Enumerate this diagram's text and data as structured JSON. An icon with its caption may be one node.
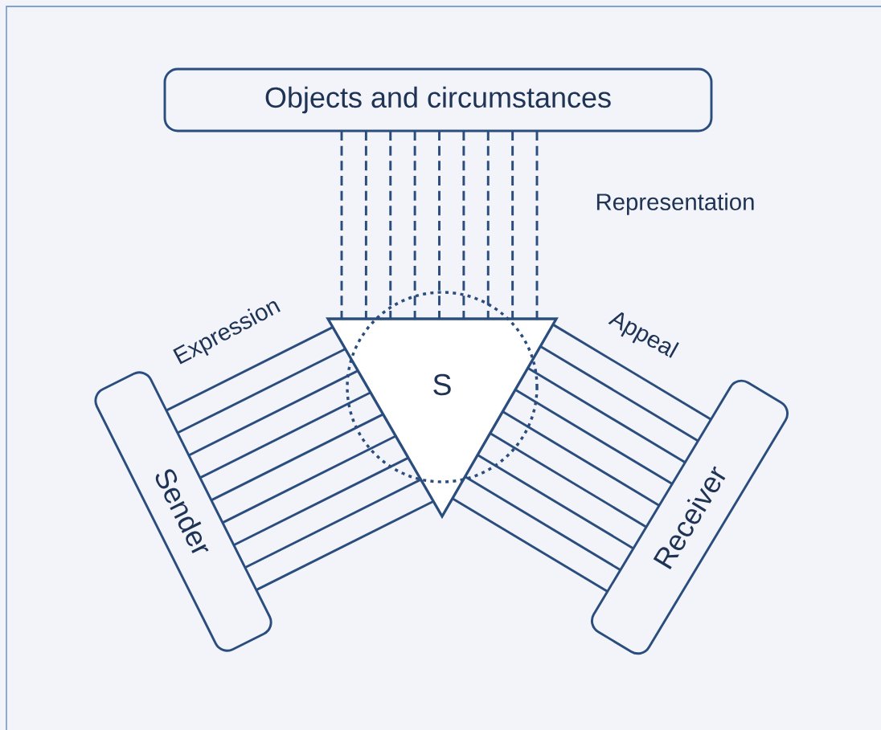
{
  "diagram": {
    "nodes": [
      {
        "text": [
          "Objects and circumstances"
        ]
      },
      {
        "text": [
          "S"
        ]
      },
      {
        "text": [
          "Sender"
        ]
      },
      {
        "text": [
          "Receiver"
        ]
      }
    ],
    "edges": [
      {
        "from": 0,
        "to": 1,
        "arrow": "none",
        "style": "dashed"
      },
      {
        "from": 0,
        "to": 1,
        "arrow": "none",
        "style": "dashed"
      },
      {
        "from": 0,
        "to": 1,
        "arrow": "none",
        "style": "dashed"
      },
      {
        "from": 0,
        "to": 1,
        "arrow": "none",
        "style": "dashed"
      },
      {
        "from": 0,
        "to": 1,
        "arrow": "none",
        "style": "dashed"
      },
      {
        "from": 0,
        "to": 1,
        "arrow": "none",
        "style": "dashed"
      },
      {
        "from": 0,
        "to": 1,
        "arrow": "none",
        "style": "dashed"
      },
      {
        "from": 0,
        "to": 1,
        "arrow": "none",
        "style": "dashed"
      },
      {
        "from": 0,
        "to": 1,
        "arrow": "none",
        "style": "dashed"
      },
      {
        "from": 2,
        "to": 1,
        "arrow": "none"
      },
      {
        "from": 2,
        "to": 1,
        "arrow": "none"
      },
      {
        "from": 2,
        "to": 1,
        "arrow": "none"
      },
      {
        "from": 2,
        "to": 1,
        "arrow": "none"
      },
      {
        "from": 2,
        "to": 1,
        "arrow": "none"
      },
      {
        "from": 2,
        "to": 1,
        "arrow": "none"
      },
      {
        "from": 2,
        "to": 1,
        "arrow": "none"
      },
      {
        "from": 2,
        "to": 1,
        "arrow": "none"
      },
      {
        "from": 2,
        "to": 1,
        "arrow": "none"
      },
      {
        "from": 3,
        "to": 1,
        "arrow": "none"
      },
      {
        "from": 3,
        "to": 1,
        "arrow": "none"
      },
      {
        "from": 3,
        "to": 1,
        "arrow": "none"
      },
      {
        "from": 3,
        "to": 1,
        "arrow": "none"
      },
      {
        "from": 3,
        "to": 1,
        "arrow": "none"
      },
      {
        "from": 3,
        "to": 1,
        "arrow": "none"
      },
      {
        "from": 3,
        "to": 1,
        "arrow": "none"
      },
      {
        "from": 3,
        "to": 1,
        "arrow": "none"
      },
      {
        "from": 3,
        "to": 1,
        "arrow": "none"
      }
    ],
    "labels": [
      "Representation",
      "Expression",
      "Appeal"
    ]
  }
}
